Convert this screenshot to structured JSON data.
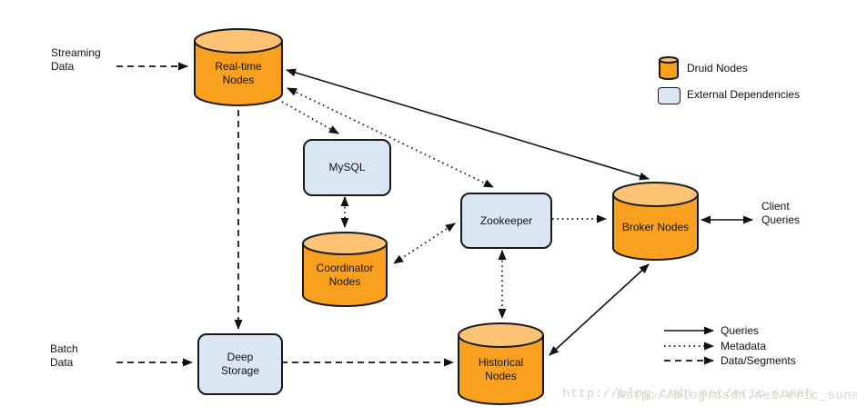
{
  "nodes": {
    "realtime": {
      "label": "Real-time\nNodes",
      "type": "druid"
    },
    "mysql": {
      "label": "MySQL",
      "type": "external"
    },
    "coordinator": {
      "label": "Coordinator\nNodes",
      "type": "druid"
    },
    "zookeeper": {
      "label": "Zookeeper",
      "type": "external"
    },
    "broker": {
      "label": "Broker Nodes",
      "type": "druid"
    },
    "historical": {
      "label": "Historical\nNodes",
      "type": "druid"
    },
    "deepstorage": {
      "label": "Deep\nStorage",
      "type": "external"
    }
  },
  "io_labels": {
    "streaming": "Streaming\nData",
    "batch": "Batch\nData",
    "client": "Client\nQueries"
  },
  "legend": {
    "node_types": [
      {
        "label": "Druid Nodes",
        "type": "druid"
      },
      {
        "label": "External Dependencies",
        "type": "external"
      }
    ],
    "edge_types": [
      {
        "label": "Queries",
        "style": "solid"
      },
      {
        "label": "Metadata",
        "style": "dotted"
      },
      {
        "label": "Data/Segments",
        "style": "dashed"
      }
    ]
  },
  "watermark": "http://blog.csdn.net/eric_sunah",
  "colors": {
    "druid_node_fill": "#F9A11E",
    "druid_node_top": "#FBC373",
    "external_fill": "#DAE6F4",
    "node_stroke": "#1A1A1A",
    "edge_color": "#111111",
    "watermark_color": "#D6D6CA"
  }
}
